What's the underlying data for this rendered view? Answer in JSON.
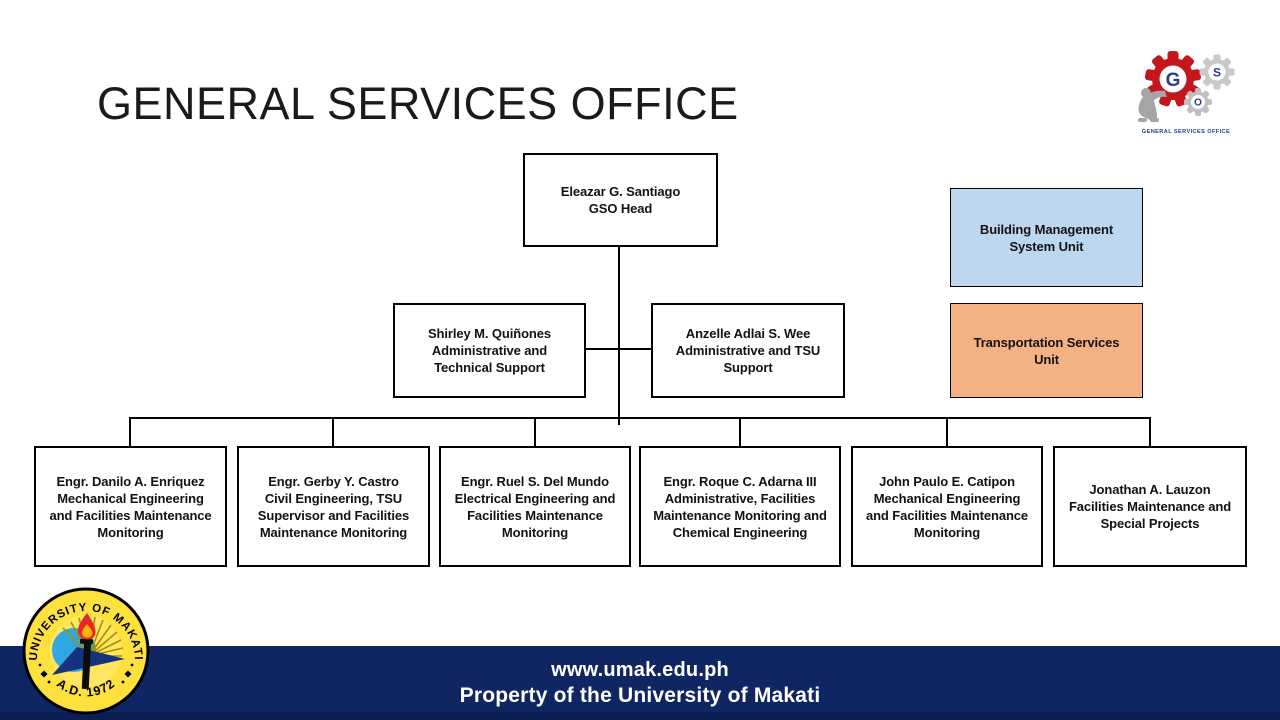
{
  "slide": {
    "title": "GENERAL SERVICES OFFICE",
    "footer": {
      "website": "www.umak.edu.ph",
      "property": "Property of the University of Makati",
      "bg_color": "#102663"
    },
    "gso_logo": {
      "caption": "GENERAL SERVICES OFFICE",
      "letter_g": "G",
      "letter_s": "S",
      "letter_o": "O",
      "gear_red": "#c4161c",
      "gear_silver": "#c9c9c9",
      "letter_color": "#2b3990"
    },
    "seal": {
      "ring_text_top": "UNIVERSITY OF MAKATI",
      "ring_text_bottom": "A.D. 1972",
      "ring_color": "#ffe13e"
    }
  },
  "org": {
    "head": {
      "text": "Eleazar G. Santiago\nGSO Head"
    },
    "support": [
      {
        "text": "Shirley M. Quiñones\nAdministrative and\nTechnical Support"
      },
      {
        "text": "Anzelle Adlai S. Wee\nAdministrative and TSU\nSupport"
      }
    ],
    "units": [
      {
        "text": "Building Management\nSystem Unit",
        "color": "#BDD7EE"
      },
      {
        "text": "Transportation Services\nUnit",
        "color": "#F4B183"
      }
    ],
    "bottom_row": [
      {
        "text": "Engr. Danilo A. Enriquez\nMechanical Engineering\nand Facilities Maintenance\nMonitoring"
      },
      {
        "text": "Engr. Gerby Y. Castro\nCivil Engineering, TSU\nSupervisor and Facilities\nMaintenance Monitoring"
      },
      {
        "text": "Engr. Ruel S. Del Mundo\nElectrical Engineering and\nFacilities Maintenance\nMonitoring"
      },
      {
        "text": "Engr. Roque C. Adarna III\nAdministrative, Facilities\nMaintenance Monitoring and\nChemical Engineering"
      },
      {
        "text": "John Paulo E. Catipon\nMechanical Engineering\nand Facilities Maintenance\nMonitoring"
      },
      {
        "text": "Jonathan A. Lauzon\nFacilities Maintenance and\nSpecial Projects"
      }
    ]
  }
}
